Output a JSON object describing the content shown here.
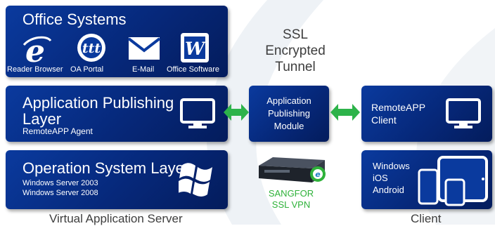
{
  "office": {
    "title": "Office Systems",
    "items": [
      {
        "label": "Reader Browser",
        "icon": "internet-explorer-icon"
      },
      {
        "label": "OA Portal",
        "icon": "oa-portal-icon"
      },
      {
        "label": "E-Mail",
        "icon": "envelope-icon"
      },
      {
        "label": "Office Software",
        "icon": "word-document-icon"
      }
    ]
  },
  "tunnel": {
    "line1": "SSL",
    "line2": "Encrypted",
    "line3": "Tunnel"
  },
  "publishing": {
    "title_line1": "Application Publishing",
    "title_line2": "Layer",
    "subtitle": "RemoteAPP Agent"
  },
  "module": {
    "line1": "Application",
    "line2": "Publishing",
    "line3": "Module"
  },
  "client_app": {
    "line1": "RemoteAPP",
    "line2": "Client"
  },
  "os_layer": {
    "title": "Operation System Layer",
    "line1": "Windows Server 2003",
    "line2": "Windows Server 2008"
  },
  "device": {
    "label": "SANGFOR",
    "sublabel": "SSL VPN"
  },
  "client_os": {
    "line1": "Windows",
    "line2": "iOS",
    "line3": "Android"
  },
  "captions": {
    "server": "Virtual Application Server",
    "client": "Client"
  },
  "colors": {
    "box_blue": "#06287a",
    "arrow_green": "#2db34a",
    "caption_gray": "#3d3d3d",
    "sangfor_green": "#2fb23a"
  }
}
